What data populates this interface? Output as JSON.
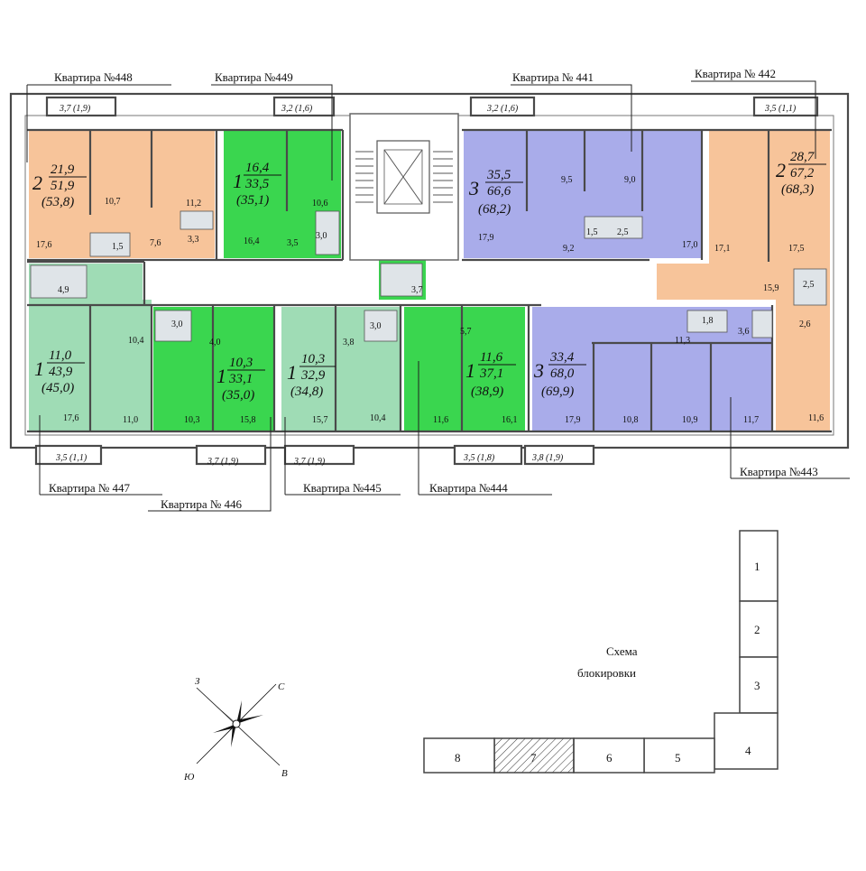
{
  "colors": {
    "one_room": "#3ad64f",
    "one_room_alt": "#9fdcb5",
    "two_room": "#f7c49a",
    "three_room": "#a9acea",
    "corridor": "#ffffff",
    "wall": "#4a4a4a"
  },
  "apartments": [
    {
      "id": "448",
      "label": "Квартира №448",
      "rooms": "2",
      "living": "21,9",
      "total": "51,9",
      "with_balcony": "(53,8)",
      "color": "#f7c49a",
      "room_areas": [
        "17,6",
        "10,7",
        "11,2",
        "7,6",
        "3,3",
        "1,5"
      ]
    },
    {
      "id": "449",
      "label": "Квартира №449",
      "rooms": "1",
      "living": "16,4",
      "total": "33,5",
      "with_balcony": "(35,1)",
      "color": "#3ad64f",
      "room_areas": [
        "16,4",
        "10,6",
        "3,5",
        "3,0"
      ]
    },
    {
      "id": "441",
      "label": "Квартира № 441",
      "rooms": "3",
      "living": "35,5",
      "total": "66,6",
      "with_balcony": "(68,2)",
      "color": "#a9acea",
      "room_areas": [
        "9,5",
        "9,0",
        "17,9",
        "9,2",
        "1,5",
        "2,5",
        "17,0"
      ]
    },
    {
      "id": "442",
      "label": "Квартира № 442",
      "rooms": "2",
      "living": "28,7",
      "total": "67,2",
      "with_balcony": "(68,3)",
      "color": "#f7c49a",
      "room_areas": [
        "17,1",
        "17,5",
        "15,9",
        "2,5",
        "2,6",
        "11,6"
      ]
    },
    {
      "id": "447",
      "label": "Квартира № 447",
      "rooms": "1",
      "living": "11,0",
      "total": "43,9",
      "with_balcony": "(45,0)",
      "color": "#9fdcb5",
      "room_areas": [
        "4,9",
        "10,4",
        "17,6",
        "11,0"
      ]
    },
    {
      "id": "446",
      "label": "Квартира № 446",
      "rooms": "1",
      "living": "10,3",
      "total": "33,1",
      "with_balcony": "(35,0)",
      "color": "#3ad64f",
      "room_areas": [
        "3,0",
        "4,0",
        "10,3",
        "15,8"
      ]
    },
    {
      "id": "445",
      "label": "Квартира №445",
      "rooms": "1",
      "living": "10,3",
      "total": "32,9",
      "with_balcony": "(34,8)",
      "color": "#9fdcb5",
      "room_areas": [
        "3,8",
        "3,0",
        "15,7",
        "10,4"
      ]
    },
    {
      "id": "444",
      "label": "Квартира №444",
      "rooms": "1",
      "living": "11,6",
      "total": "37,1",
      "with_balcony": "(38,9)",
      "color": "#3ad64f",
      "room_areas": [
        "3,7",
        "5,7",
        "11,6",
        "16,1"
      ]
    },
    {
      "id": "443",
      "label": "Квартира №443",
      "rooms": "3",
      "living": "33,4",
      "total": "68,0",
      "with_balcony": "(69,9)",
      "color": "#a9acea",
      "room_areas": [
        "1,8",
        "11,3",
        "3,6",
        "17,9",
        "10,8",
        "10,9",
        "11,7"
      ]
    }
  ],
  "balconies": [
    "3,7 (1,9)",
    "3,2 (1,6)",
    "3,2 (1,6)",
    "3,5 (1,1)",
    "3,5 (1,1)",
    "3,7 (1,9)",
    "3,7 (1,9)",
    "3,5 (1,8)",
    "3,8 (1,9)"
  ],
  "scheme": {
    "title_line1": "Схема",
    "title_line2": "блокировки",
    "blocks": [
      "1",
      "2",
      "3",
      "4",
      "5",
      "6",
      "7",
      "8"
    ],
    "highlighted_block": "7"
  },
  "compass": {
    "n": "С",
    "s": "Ю",
    "w": "З",
    "e": "В"
  }
}
